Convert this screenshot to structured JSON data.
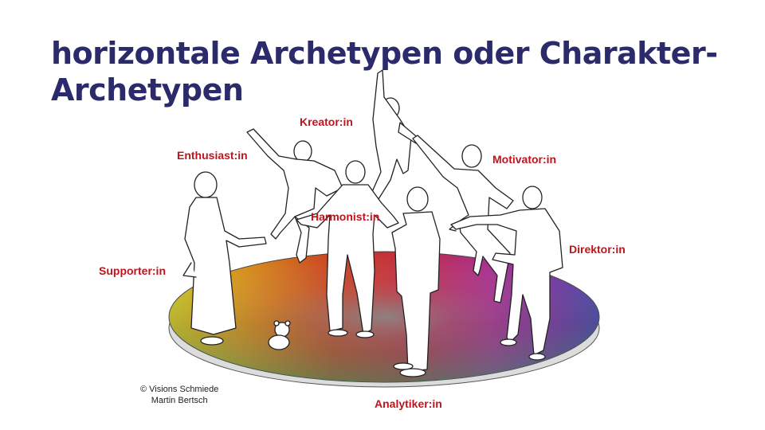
{
  "slide": {
    "title_line1": "horizontale Archetypen oder Charakter-",
    "title_line2": "Archetypen"
  },
  "archetypes": {
    "kreator": "Kreator:in",
    "enthusiast": "Enthusiast:in",
    "motivator": "Motivator:in",
    "harmonist": "Harmonist:in",
    "direktor": "Direktor:in",
    "supporter": "Supporter:in",
    "analytiker": "Analytiker:in"
  },
  "credit": {
    "line1": "© Visions Schmiede",
    "line2": "Martin Bertsch"
  },
  "colors": {
    "title": "#2b2a6b",
    "label": "#c0141c"
  }
}
